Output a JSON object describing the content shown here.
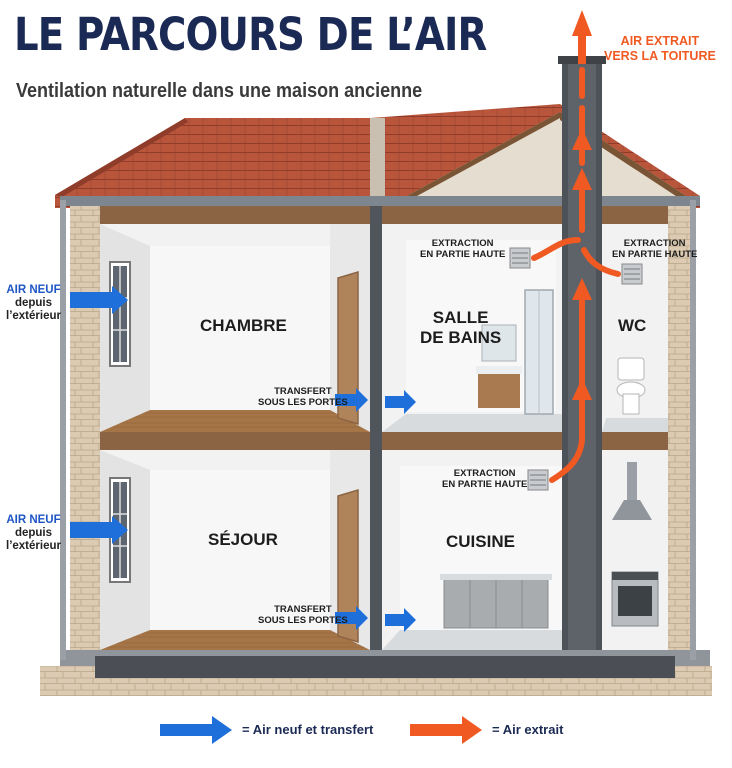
{
  "title": "LE PARCOURS DE L’AIR",
  "subtitle": "Ventilation naturelle dans une maison ancienne",
  "colors": {
    "title": "#1b2a55",
    "fresh_air": "#1e6fd9",
    "extract_air": "#f05a22",
    "roof": "#b5523a",
    "wall": "#d8c7ae",
    "frame": "#555a60"
  },
  "rooms": {
    "chambre": "CHAMBRE",
    "salle_de_bains_line1": "SALLE",
    "salle_de_bains_line2": "DE BAINS",
    "wc": "WC",
    "sejour": "SÉJOUR",
    "cuisine": "CUISINE"
  },
  "labels": {
    "air_neuf_top": {
      "line1": "AIR NEUF",
      "line2": "depuis",
      "line3": "l’extérieur"
    },
    "air_neuf_bottom": {
      "line1": "AIR NEUF",
      "line2": "depuis",
      "line3": "l’extérieur"
    },
    "transfert_top": {
      "line1": "TRANSFERT",
      "line2": "SOUS LES PORTES"
    },
    "transfert_bottom": {
      "line1": "TRANSFERT",
      "line2": "SOUS LES PORTES"
    },
    "extraction_bains": {
      "line1": "EXTRACTION",
      "line2": "EN PARTIE HAUTE"
    },
    "extraction_wc": {
      "line1": "EXTRACTION",
      "line2": "EN PARTIE HAUTE"
    },
    "extraction_cuisine": {
      "line1": "EXTRACTION",
      "line2": "EN PARTIE HAUTE"
    },
    "air_extrait_toiture": {
      "line1": "AIR EXTRAIT",
      "line2": "VERS LA TOITURE"
    }
  },
  "legend": {
    "fresh": "= Air neuf et transfert",
    "extract": "= Air extrait"
  },
  "icons": [
    "blue-arrow-icon",
    "orange-arrow-icon",
    "vent-grille-icon",
    "window-icon",
    "door-icon",
    "toilet-icon",
    "sink-icon",
    "shower-icon",
    "range-hood-icon",
    "stove-icon"
  ]
}
